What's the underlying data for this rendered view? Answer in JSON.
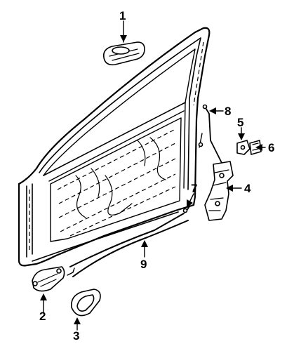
{
  "diagram": {
    "callouts": [
      {
        "id": "1",
        "label": "1",
        "part": "outside-handle"
      },
      {
        "id": "2",
        "label": "2",
        "part": "inside-handle"
      },
      {
        "id": "3",
        "label": "3",
        "part": "handle-bezel"
      },
      {
        "id": "4",
        "label": "4",
        "part": "door-lock"
      },
      {
        "id": "5",
        "label": "5",
        "part": "striker"
      },
      {
        "id": "6",
        "label": "6",
        "part": "striker-plate"
      },
      {
        "id": "7",
        "label": "7",
        "part": "lock-rod"
      },
      {
        "id": "8",
        "label": "8",
        "part": "outside-rod"
      },
      {
        "id": "9",
        "label": "9",
        "part": "control-cable"
      }
    ],
    "colors": {
      "ink": "#000000",
      "paper": "#ffffff"
    }
  }
}
